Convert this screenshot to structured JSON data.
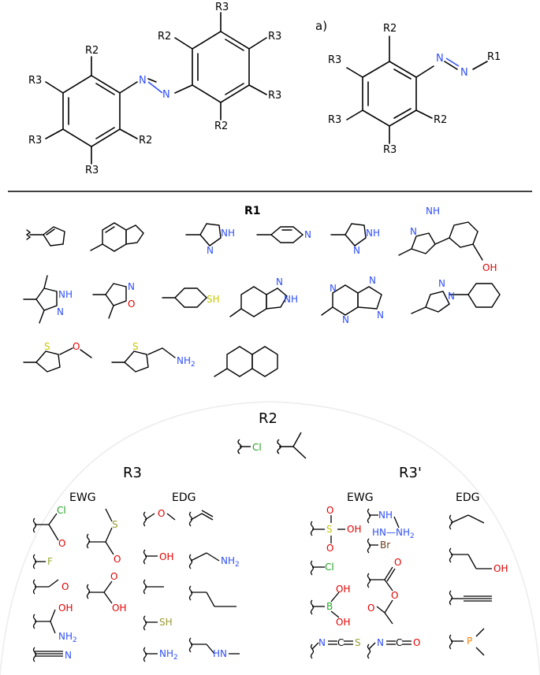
{
  "colors": {
    "bond": "#000000",
    "nitrogen": "#3050f8",
    "oxygen": "#e00000",
    "sulfur": "#c8c800",
    "chlorine": "#1f9f1f",
    "fluorine": "#9aaa30",
    "boron": "#22aa22",
    "bromine": "#6b3a1a",
    "phosphorus": "#ff8000",
    "sh": "#999933",
    "divider": "#000000",
    "arc": "#e6e6e6"
  },
  "top": {
    "left_structure": {
      "r3_top": "R3",
      "r2_upper_left": "R2",
      "r3_upper_right": "R3",
      "r3_right": "R3",
      "r2_lower": "R2",
      "r2_left_top": "R2",
      "r3_left_upper": "R3",
      "r3_left_lower": "R3",
      "r2_left_right": "R2",
      "r3_left_bottom": "R3",
      "n1": "N",
      "n2": "N"
    },
    "right_structure": {
      "panel_label": "a)",
      "r2_top": "R2",
      "r3_upper_left": "R3",
      "r3_lower_left": "R3",
      "r2_right": "R2",
      "r3_bottom": "R3",
      "n1": "N",
      "n2": "N",
      "r1": "R1"
    }
  },
  "sections": {
    "r1_title": "R1",
    "r2_title": "R2",
    "r3_title": "R3",
    "r3prime_title": "R3'",
    "r3_ewg": "EWG",
    "r3_edg": "EDG",
    "r3p_ewg": "EWG",
    "r3p_edg": "EDG"
  },
  "atoms": {
    "nh": "NH",
    "n": "N",
    "o": "O",
    "oh": "OH",
    "sh": "SH",
    "s": "S",
    "cl": "Cl",
    "f": "F",
    "br": "Br",
    "b": "B",
    "p": "P",
    "nh2": "NH",
    "nh2_sub": "2",
    "hn": "HN",
    "c": "C",
    "n_atom": "N"
  }
}
